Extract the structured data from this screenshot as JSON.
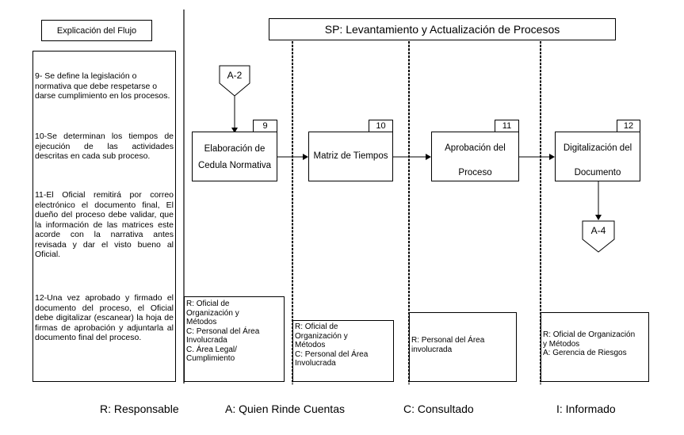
{
  "left_panel": {
    "title": "Explicación del Flujo",
    "paragraphs": [
      "9- Se define la legislación o normativa que debe respetarse o darse cumplimiento en los procesos.",
      "10-Se determinan  los tiempos de ejecución de las actividades descritas en cada sub proceso.",
      "11-El Oficial remitirá por correo electrónico el documento final, El dueño del proceso debe validar, que la información de las matrices este acorde con la narrativa antes revisada y dar el visto bueno al Oficial.",
      "12-Una vez aprobado y firmado el documento del proceso, el Oficial debe digitalizar (escanear) la hoja de firmas de aprobación y adjuntarla al documento final del proceso."
    ]
  },
  "header": {
    "title": "SP: Levantamiento y Actualización de Procesos"
  },
  "connectors": {
    "in": "A-2",
    "out": "A-4"
  },
  "steps": [
    {
      "num": "9",
      "label_lines": [
        "Elaboración de",
        "Cedula Normativa"
      ]
    },
    {
      "num": "10",
      "label_lines": [
        "Matriz de Tiempos"
      ]
    },
    {
      "num": "11",
      "label_lines": [
        "Aprobación del",
        "Proceso"
      ]
    },
    {
      "num": "12",
      "label_lines": [
        "Digitalización del",
        "Documento"
      ]
    }
  ],
  "raci": [
    [
      "R: Oficial de",
      "Organización y",
      "Métodos",
      "C: Personal del Área",
      "Involucrada",
      "C. Área Legal/",
      "Cumplimiento"
    ],
    [
      "R: Oficial de",
      "Organización y",
      "Métodos",
      "C: Personal del Área",
      "Involucrada"
    ],
    [
      "R: Personal del Área",
      "involucrada"
    ],
    [
      "R: Oficial de Organización",
      "y Métodos",
      "A: Gerencia de Riesgos"
    ]
  ],
  "legend": {
    "r": "R: Responsable",
    "a": "A: Quien Rinde Cuentas",
    "c": "C: Consultado",
    "i": "I: Informado"
  }
}
